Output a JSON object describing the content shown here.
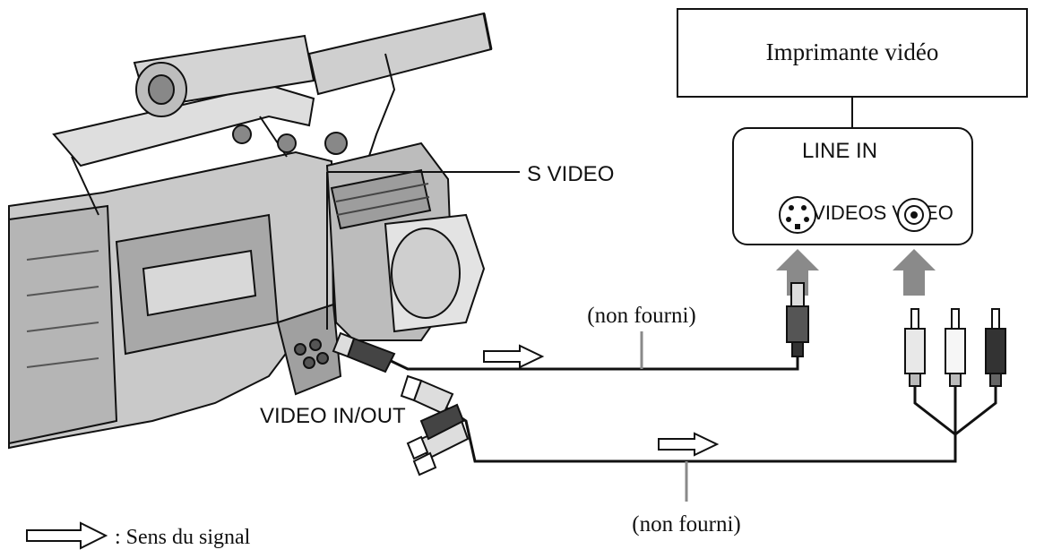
{
  "labels": {
    "printer_box": "Imprimante vidéo",
    "line_in": "LINE IN",
    "s_video_port": "S VIDEO",
    "videos_video": "VIDEOS VIDEO",
    "video_in_out": "VIDEO IN/OUT",
    "cable_upper": "(non fourni)",
    "cable_lower": "(non fourni)",
    "legend": ": Sens du signal"
  },
  "icons": [
    "camcorder-illustration",
    "s-video-jack-icon",
    "rca-jack-icon",
    "s-video-plug-icon",
    "rca-plug-icon",
    "signal-arrow-icon",
    "up-arrow-icon"
  ],
  "colors": {
    "line": "#111111",
    "arrow": "#8a8a8a",
    "plug_dark": "#333333"
  }
}
